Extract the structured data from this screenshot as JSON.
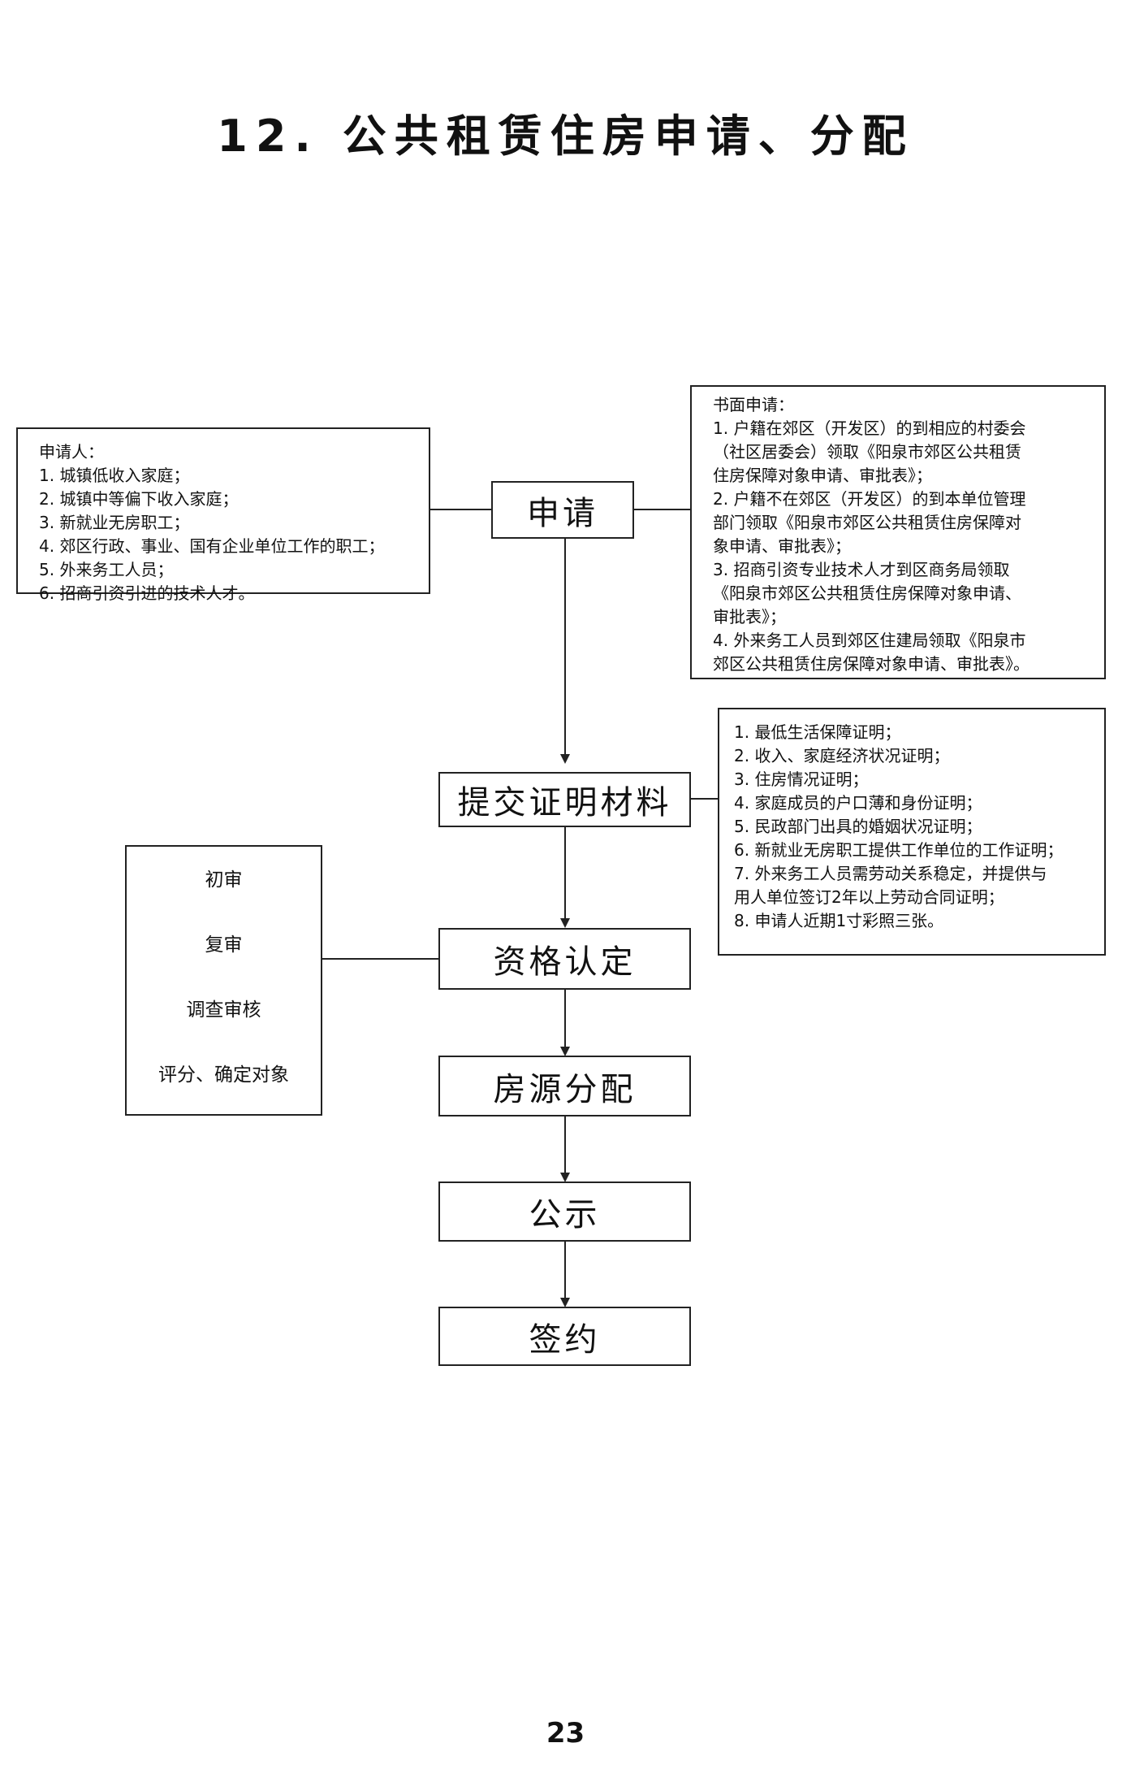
{
  "title": "12. 公共租赁住房申请、分配",
  "steps": {
    "apply": "申请",
    "submit": "提交证明材料",
    "qualify": "资格认定",
    "allocate": "房源分配",
    "publicize": "公示",
    "sign": "签约"
  },
  "applicants": {
    "heading": "申请人：",
    "items": [
      "1. 城镇低收入家庭；",
      "2. 城镇中等偏下收入家庭；",
      "3. 新就业无房职工；",
      "4. 郊区行政、事业、国有企业单位工作的职工；",
      "5. 外来务工人员；",
      "6. 招商引资引进的技术人才。"
    ]
  },
  "written_application": {
    "heading": "书面申请：",
    "lines": [
      "1. 户籍在郊区（开发区）的到相应的村委会",
      "（社区居委会）领取《阳泉市郊区公共租赁",
      "住房保障对象申请、审批表》；",
      "2. 户籍不在郊区（开发区）的到本单位管理",
      "部门领取《阳泉市郊区公共租赁住房保障对",
      "象申请、审批表》；",
      "3. 招商引资专业技术人才到区商务局领取",
      "《阳泉市郊区公共租赁住房保障对象申请、",
      "审批表》；",
      "4. 外来务工人员到郊区住建局领取《阳泉市",
      "郊区公共租赁住房保障对象申请、审批表》。"
    ]
  },
  "materials": {
    "lines": [
      "1. 最低生活保障证明；",
      "2. 收入、家庭经济状况证明；",
      "3. 住房情况证明；",
      "4. 家庭成员的户口薄和身份证明；",
      "5. 民政部门出具的婚姻状况证明；",
      "6. 新就业无房职工提供工作单位的工作证明；",
      "7. 外来务工人员需劳动关系稳定，并提供与",
      "用人单位签订2年以上劳动合同证明；",
      "8. 申请人近期1寸彩照三张。"
    ]
  },
  "review": {
    "items": [
      "初审",
      "复审",
      "调查审核",
      "评分、确定对象"
    ]
  },
  "page_number": "23"
}
